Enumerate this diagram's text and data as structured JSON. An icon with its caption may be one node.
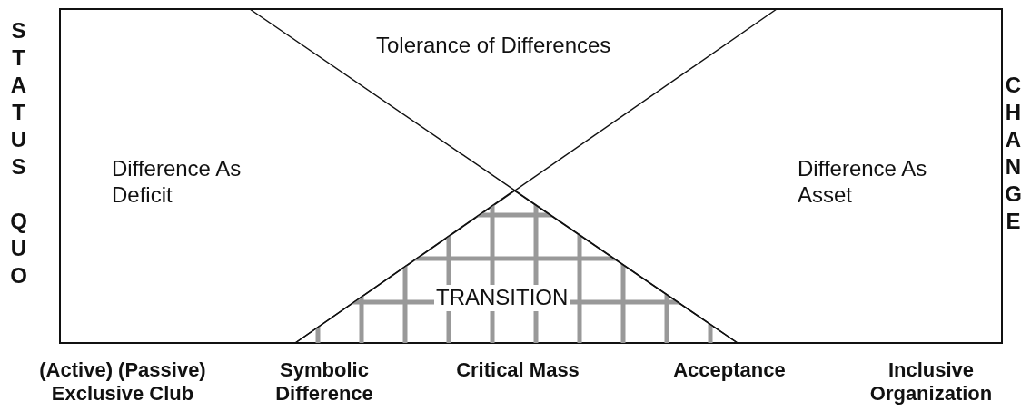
{
  "diagram": {
    "nodes": [
      {
        "text": [
          "TRANSITION"
        ]
      }
    ],
    "edges": [],
    "labels": [
      "STATUS QUO",
      "Tolerance of Differences",
      "Difference As Deficit",
      "Difference As Asset",
      "CHANGE",
      "(Active) (Passive) Exclusive Club",
      "Symbolic Difference",
      "Critical Mass",
      "Acceptance",
      "Inclusive Organization"
    ]
  }
}
